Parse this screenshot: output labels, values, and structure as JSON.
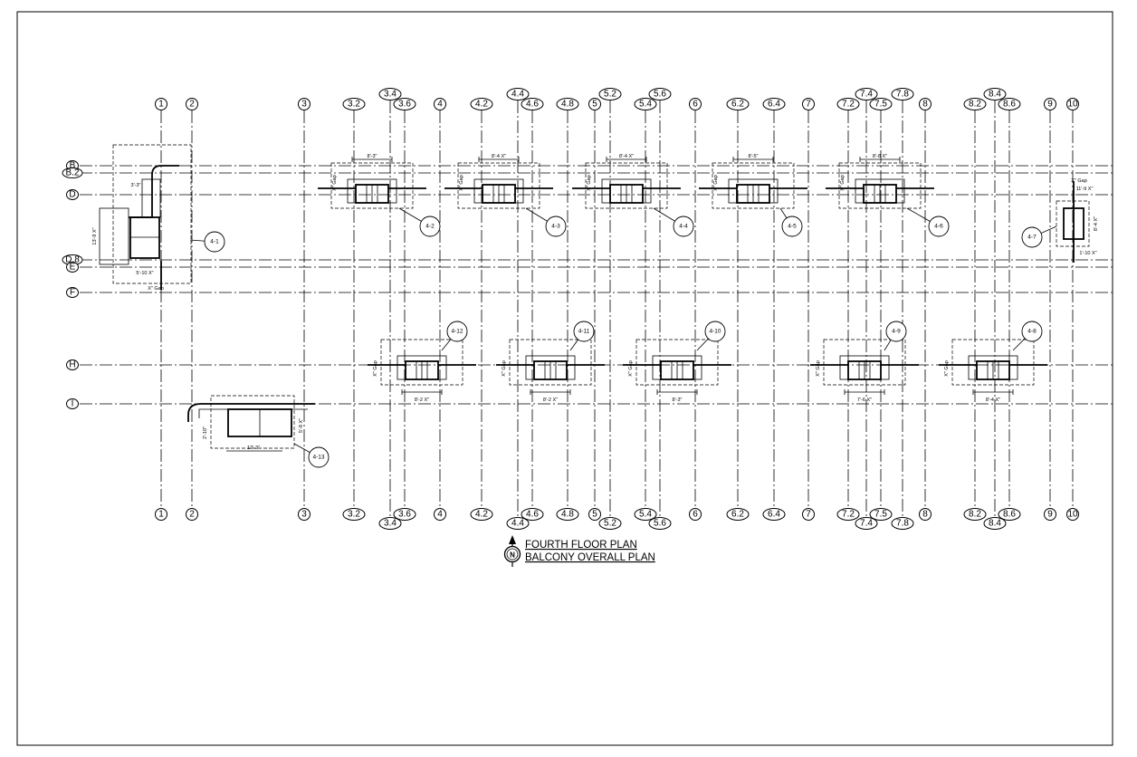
{
  "columns_top": [
    {
      "label": "1"
    },
    {
      "label": "2"
    },
    {
      "label": "3"
    },
    {
      "label": "3.2"
    },
    {
      "label": "3.4"
    },
    {
      "label": "3.6"
    },
    {
      "label": "4"
    },
    {
      "label": "4.2"
    },
    {
      "label": "4.4"
    },
    {
      "label": "4.6"
    },
    {
      "label": "4.8"
    },
    {
      "label": "5"
    },
    {
      "label": "5.2"
    },
    {
      "label": "5.4"
    },
    {
      "label": "5.6"
    },
    {
      "label": "6"
    },
    {
      "label": "6.2"
    },
    {
      "label": "6.4"
    },
    {
      "label": "7"
    },
    {
      "label": "7.2"
    },
    {
      "label": "7.4"
    },
    {
      "label": "7.5"
    },
    {
      "label": "7.8"
    },
    {
      "label": "8"
    },
    {
      "label": "8.2"
    },
    {
      "label": "8.4"
    },
    {
      "label": "8.6"
    },
    {
      "label": "9"
    },
    {
      "label": "10"
    }
  ],
  "rows": [
    {
      "label": "B"
    },
    {
      "label": "B.2"
    },
    {
      "label": "D"
    },
    {
      "label": "D.8"
    },
    {
      "label": "E"
    },
    {
      "label": "F"
    },
    {
      "label": "H"
    },
    {
      "label": "I"
    }
  ],
  "callouts": [
    {
      "label": "4-1"
    },
    {
      "label": "4-2"
    },
    {
      "label": "4-3"
    },
    {
      "label": "4-4"
    },
    {
      "label": "4-5"
    },
    {
      "label": "4-6"
    },
    {
      "label": "4-7"
    },
    {
      "label": "4-8"
    },
    {
      "label": "4-9"
    },
    {
      "label": "4-10"
    },
    {
      "label": "4-11"
    },
    {
      "label": "4-12"
    },
    {
      "label": "4-13"
    }
  ],
  "dimensions": {
    "top": [
      "8'-3\"",
      "8'-4 X\"",
      "8'-4 X\"",
      "8'-5\"",
      "8'-8 X\""
    ],
    "bottom": [
      "8'-2 X\"",
      "8'-2 X\"",
      "8'-3\"",
      "7'-6 X\"",
      "8'-4 X\""
    ],
    "unit_4_1": [
      "3'-3\"",
      "13'-9 X\"",
      "5'-10 X\"",
      "X\" Gap"
    ],
    "unit_4_7": [
      "11'-9 X\"",
      "8'-4 X\"",
      "1'-10 X\"",
      "X\" Gap"
    ],
    "unit_4_13": [
      "13'-3\"",
      "5'-8 X\"",
      "2'-10\""
    ],
    "gap": "X\" Gap"
  },
  "title": {
    "line1": "FOURTH FLOOR PLAN",
    "line2": "BALCONY OVERALL PLAN",
    "north_label": "N"
  }
}
